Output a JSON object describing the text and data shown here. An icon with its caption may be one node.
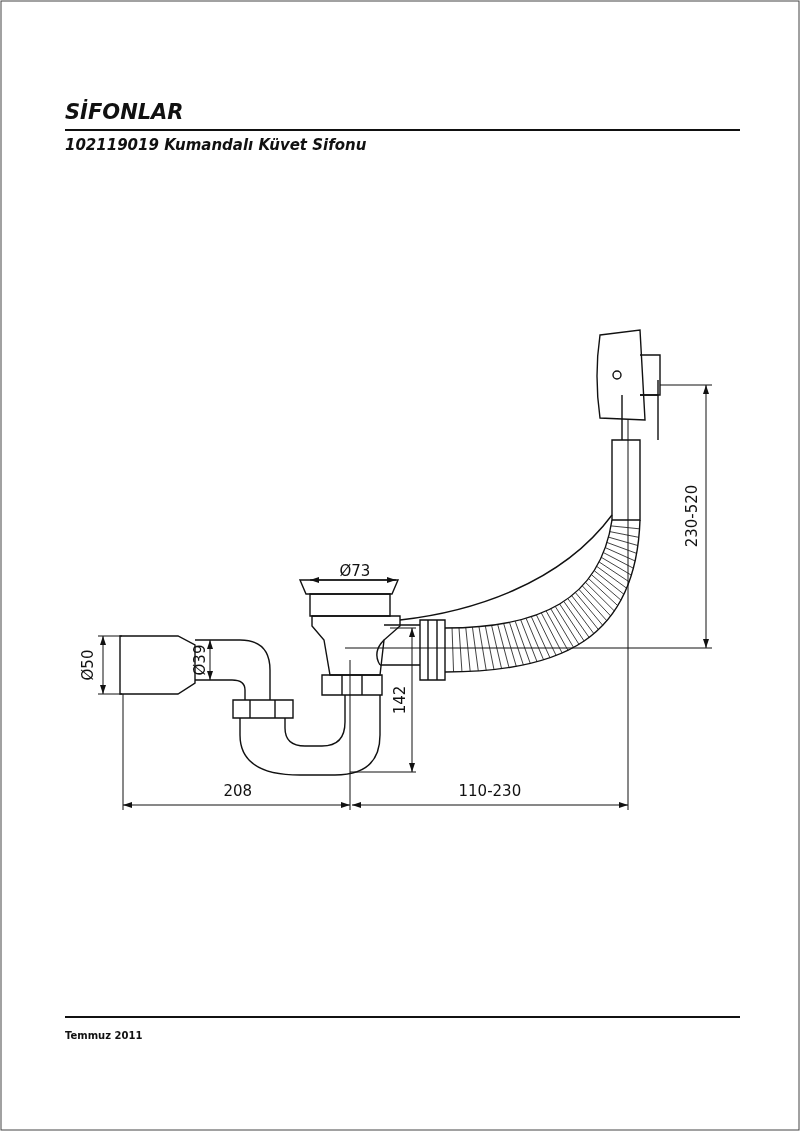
{
  "diagram": {
    "title": "SİFONLAR",
    "labels": [
      "102119019 Kumandalı Küvet Sifonu",
      "Ø73",
      "Ø50",
      "Ø39",
      "142",
      "230-520",
      "208",
      "110-230",
      "Temmuz 2011"
    ]
  }
}
